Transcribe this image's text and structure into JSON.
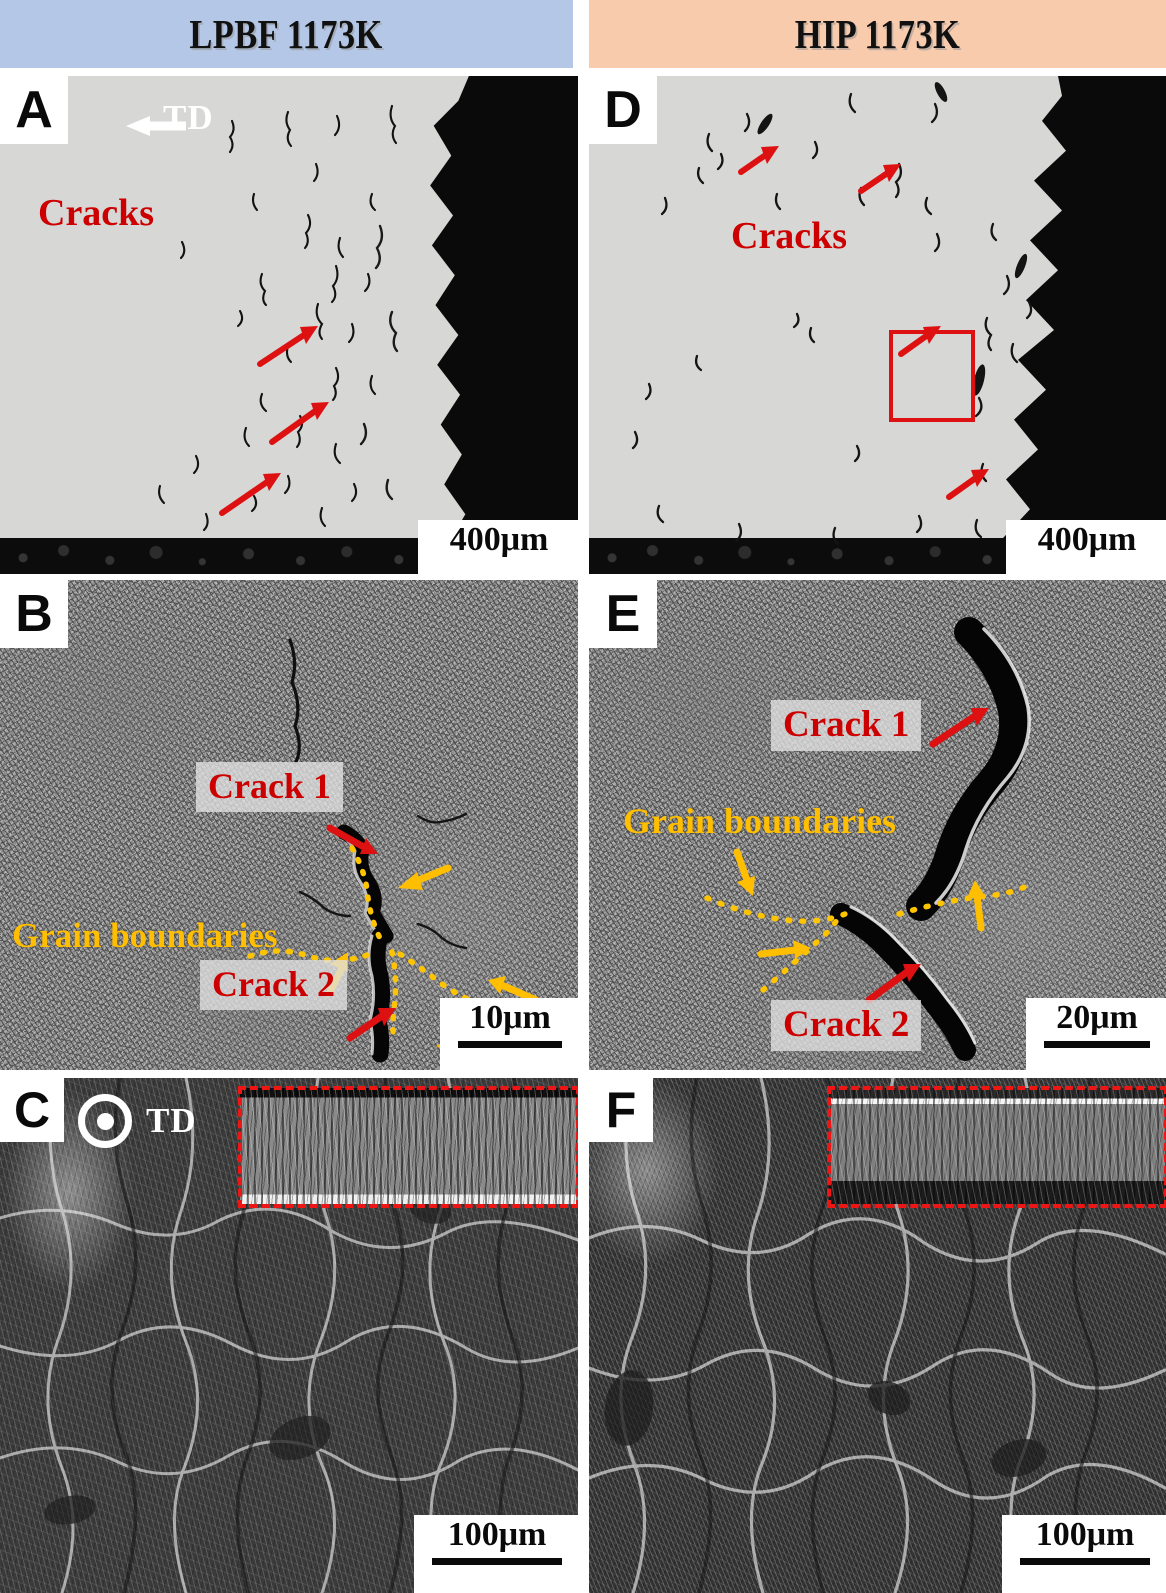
{
  "figure": {
    "columns": [
      {
        "id": "left",
        "title": "LPBF 1173K",
        "band_color": "#b4c7e7"
      },
      {
        "id": "right",
        "title": "HIP 1173K",
        "band_color": "#f8cbad"
      }
    ],
    "colors": {
      "annotation_red": "#cc0000",
      "arrow_red": "#dd1111",
      "annotation_yellow": "#ffbf00",
      "label_box_gray": "#e2e2e2",
      "inset_dash_red": "#ee1515"
    },
    "panels": [
      {
        "letter": "A",
        "modality": "optical-micrograph",
        "scale_bar": "400μm",
        "labels": [
          {
            "text": "Cracks",
            "color": "red",
            "boxed": false
          },
          {
            "text": "TD",
            "color": "white",
            "boxed": false
          }
        ],
        "markers": {
          "red_arrows": 3,
          "yellow_arrows": 0,
          "dotted_grain_boundaries": 0,
          "double_headed_arrow": "TD",
          "highlight_box": false
        }
      },
      {
        "letter": "D",
        "modality": "optical-micrograph",
        "scale_bar": "400μm",
        "labels": [
          {
            "text": "Cracks",
            "color": "red",
            "boxed": false
          }
        ],
        "markers": {
          "red_arrows": 4,
          "yellow_arrows": 0,
          "dotted_grain_boundaries": 0,
          "double_headed_arrow": null,
          "highlight_box": true
        }
      },
      {
        "letter": "B",
        "modality": "sem-etched-microstructure",
        "scale_bar": "10μm",
        "labels": [
          {
            "text": "Crack 1",
            "color": "red",
            "boxed": true
          },
          {
            "text": "Crack 2",
            "color": "red",
            "boxed": true
          },
          {
            "text": "Grain boundaries",
            "color": "yellow",
            "boxed": false
          }
        ],
        "markers": {
          "red_arrows": 2,
          "yellow_arrows": 4,
          "dotted_grain_boundaries": 3,
          "double_headed_arrow": null,
          "highlight_box": false
        }
      },
      {
        "letter": "E",
        "modality": "sem-etched-microstructure",
        "scale_bar": "20μm",
        "labels": [
          {
            "text": "Crack 1",
            "color": "red",
            "boxed": true
          },
          {
            "text": "Crack 2",
            "color": "red",
            "boxed": true
          },
          {
            "text": "Grain boundaries",
            "color": "yellow",
            "boxed": false
          }
        ],
        "markers": {
          "red_arrows": 2,
          "yellow_arrows": 3,
          "dotted_grain_boundaries": 3,
          "double_headed_arrow": null,
          "highlight_box": false
        }
      },
      {
        "letter": "C",
        "modality": "sem-fracture-surface",
        "scale_bar": "100μm",
        "labels": [
          {
            "text": "TD",
            "color": "white",
            "boxed": false
          }
        ],
        "markers": {
          "red_arrows": 0,
          "yellow_arrows": 0,
          "dotted_grain_boundaries": 0,
          "double_headed_arrow": null,
          "highlight_box": false
        },
        "td_symbol": "circle-dot-out-of-plane",
        "inset": {
          "present": true,
          "border": "red-dashed",
          "content": "fracture-cross-section-overview"
        }
      },
      {
        "letter": "F",
        "modality": "sem-fracture-surface",
        "scale_bar": "100μm",
        "labels": [],
        "markers": {
          "red_arrows": 0,
          "yellow_arrows": 0,
          "dotted_grain_boundaries": 0,
          "double_headed_arrow": null,
          "highlight_box": false
        },
        "td_symbol": null,
        "inset": {
          "present": true,
          "border": "red-dashed",
          "content": "fracture-cross-section-overview"
        }
      }
    ]
  }
}
